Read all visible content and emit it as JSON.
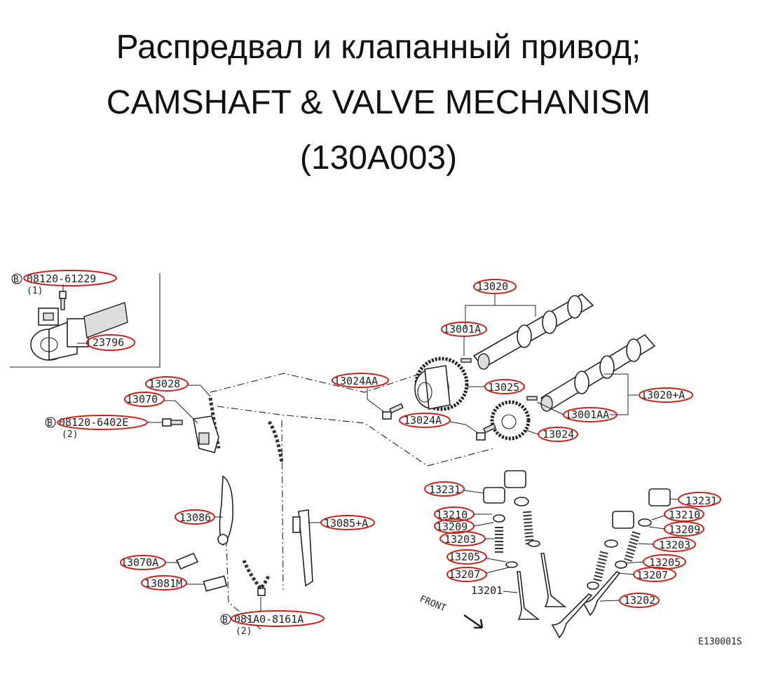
{
  "title": {
    "line1": "Распредвал и клапанный привод;",
    "line2": "CAMSHAFT & VALVE MECHANISM",
    "line3": "(130A003)"
  },
  "callouts": {
    "p08120_61229": "08120-61229",
    "p08120_61229_qty": "(1)",
    "p23796": "23796",
    "p13028": "13028",
    "p13070": "13070",
    "p08120_6402E": "08120-6402E",
    "p08120_6402E_qty": "(2)",
    "p13086": "13086",
    "p13070A": "13070A",
    "p13081M": "13081M",
    "p13085A": "13085+A",
    "p081A0_8161A": "081A0-8161A",
    "p081A0_8161A_qty": "(2)",
    "p13020": "13020",
    "p13001A": "13001A",
    "p13024AA": "13024AA",
    "p13025": "13025",
    "p13024A": "13024A",
    "p13024": "13024",
    "p13020A": "13020+A",
    "p13001AA": "13001AA",
    "p13231_left": "13231",
    "p13210_left": "13210",
    "p13209_left": "13209",
    "p13203_left": "13203",
    "p13205_left": "13205",
    "p13207_left": "13207",
    "p13201": "13201",
    "p13231_right": "13231",
    "p13210_right": "13210",
    "p13209_right": "13209",
    "p13203_right": "13203",
    "p13205_right": "13205",
    "p13207_right": "13207",
    "p13202": "13202"
  },
  "markers": {
    "b": "B"
  },
  "front_label": "FRONT",
  "diagram_code": "E130001S",
  "colors": {
    "highlight": "#c8231c",
    "ink": "#222222"
  }
}
